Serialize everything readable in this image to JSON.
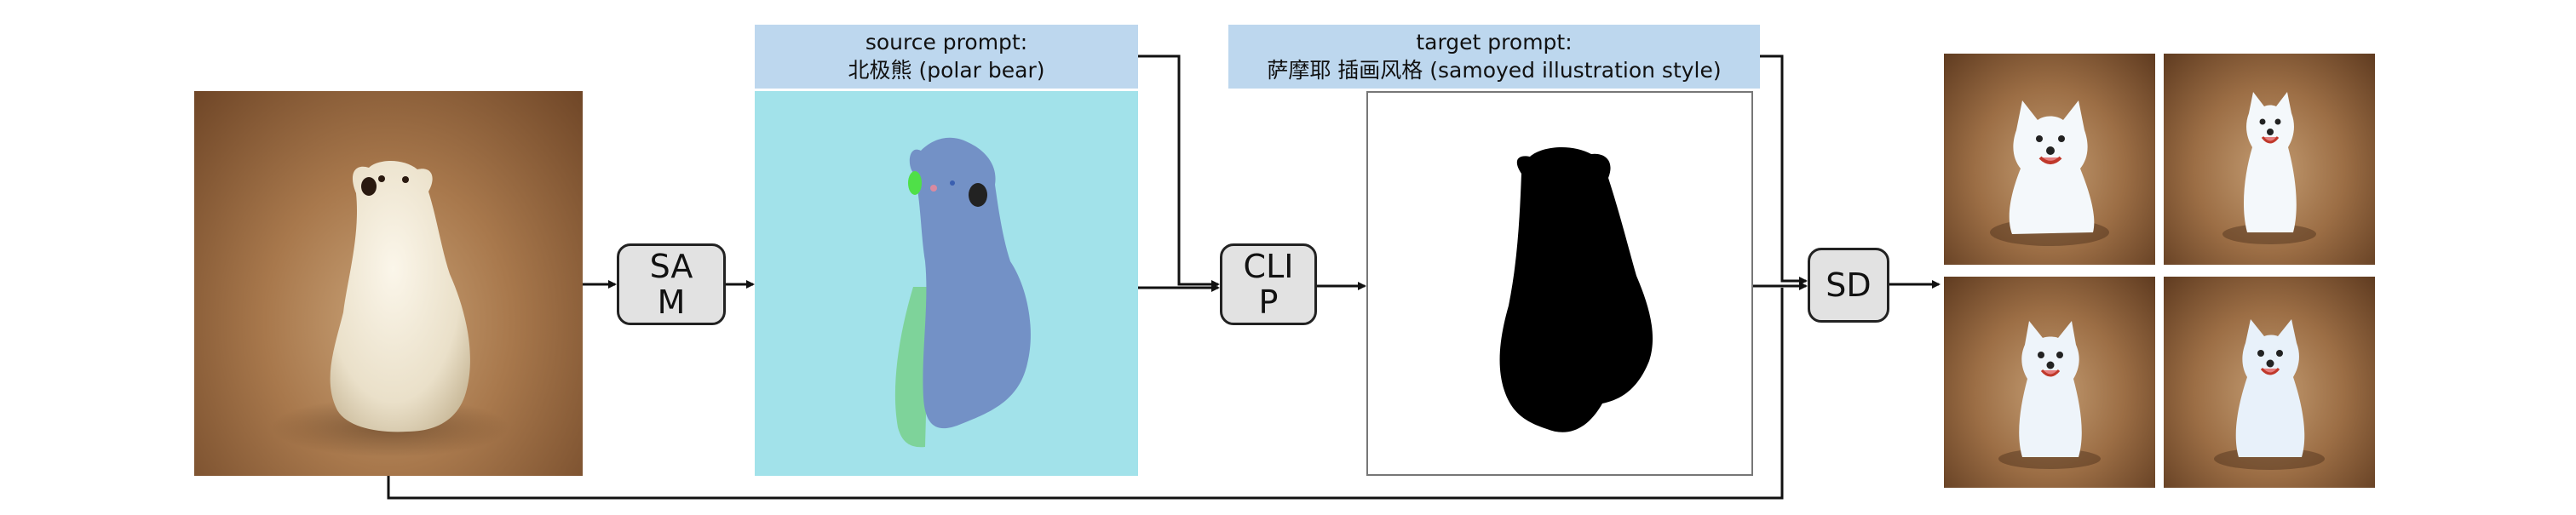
{
  "modules": {
    "sam": "SA M",
    "clip": "CLI P",
    "sd": "SD"
  },
  "source_prompt": {
    "label": "source prompt:",
    "text": "北极熊 (polar bear)"
  },
  "target_prompt": {
    "label": "target prompt:",
    "text": "萨摩耶 插画风格 (samoyed illustration style)"
  },
  "colors": {
    "arrow": "#111111",
    "module_fill": "#e2e2e2",
    "prompt_fill": "#bdd7ee",
    "segmentation_background": "#a2e2ea",
    "segment_body": "#7391c6",
    "segment_left": "#7ed39a",
    "segment_ear": "#4fe048",
    "segment_nose": "#222222"
  }
}
